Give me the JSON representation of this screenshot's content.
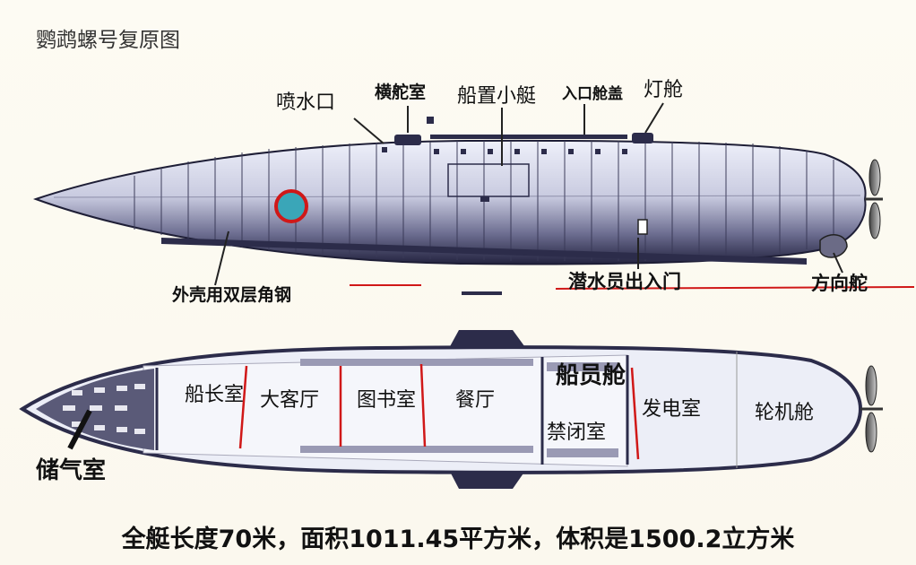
{
  "title": "鹦鹉螺号复原图",
  "top_labels": {
    "spray": "喷水口",
    "rudder_room": "横舵室",
    "boat": "船置小艇",
    "hatch": "入口舱盖",
    "lamp": "灯舱",
    "shell": "外壳用双层角钢",
    "diver_door": "潜水员出入门",
    "rudder": "方向舵"
  },
  "bottom_labels": {
    "captain": "船长室",
    "lounge": "大客厅",
    "library": "图书室",
    "dining": "餐厅",
    "crew": "船员舱",
    "brig": "禁闭室",
    "generator": "发电室",
    "engine": "轮机舱",
    "air": "储气室"
  },
  "caption": "全艇长度70米，面积1011.45平方米，体积是1500.2立方米",
  "colors": {
    "hull_dark": "#2c2c4a",
    "hull_light": "#eef0fa",
    "accent_red": "#d01818",
    "window_teal": "#3aa6b8"
  }
}
